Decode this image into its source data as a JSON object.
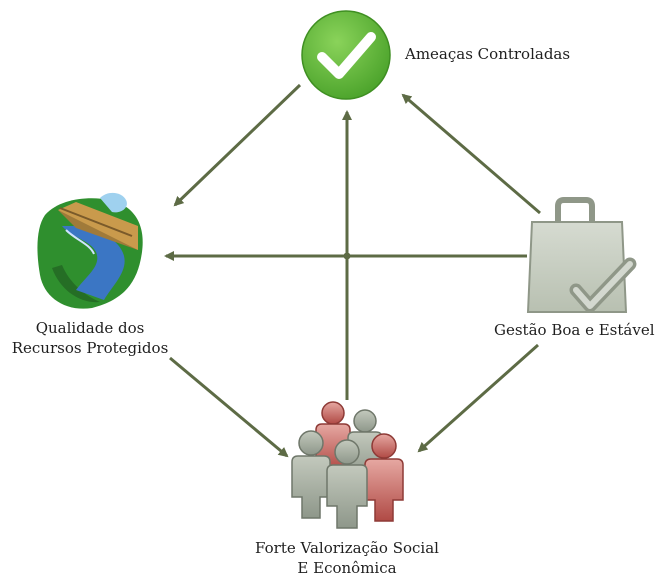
{
  "nodes": {
    "threats": {
      "label": "Ameaças Controladas",
      "icon": "checkmark-circle-icon"
    },
    "quality": {
      "line1": "Qualidade dos",
      "line2": "Recursos Protegidos",
      "icon": "river-landscape-icon"
    },
    "management": {
      "label": "Gestão Boa e Estável",
      "icon": "checked-bag-icon"
    },
    "social": {
      "line1": "Forte Valorização Social",
      "line2": "E Econômica",
      "icon": "people-group-icon"
    }
  },
  "colors": {
    "arrow": "#5d6b45",
    "check_green": "#63b83a",
    "bag_fill": "#c8cec2",
    "bag_stroke": "#8f9788",
    "person_gray": "#9fa898",
    "person_red": "#b5524d",
    "river_blue": "#3b76c4",
    "land_green": "#2f8f2e"
  }
}
